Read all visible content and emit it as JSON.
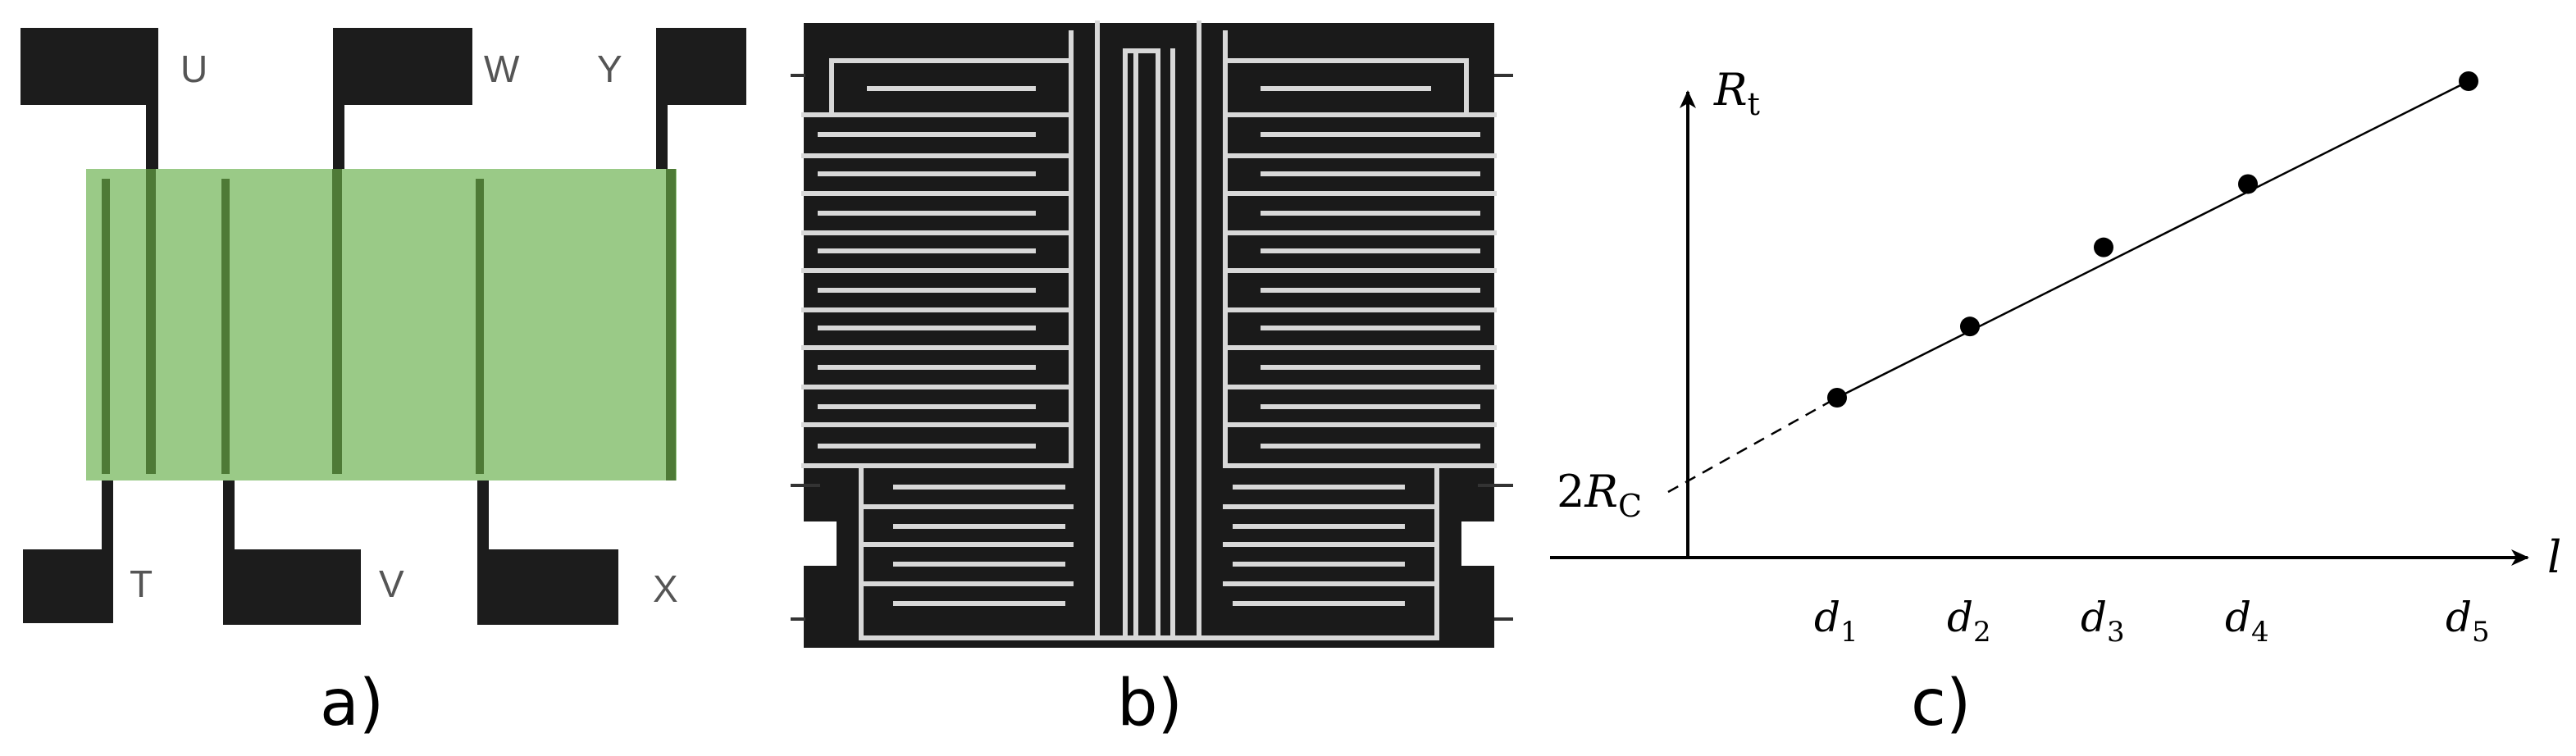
{
  "panel_a": {
    "caption": "a)",
    "pad_labels": {
      "u": "U",
      "w": "W",
      "y": "Y",
      "t": "T",
      "v": "V",
      "x": "X"
    },
    "colors": {
      "pad": "#1c1c1c",
      "film": "#8fc47a",
      "strip": "#4e7a36"
    }
  },
  "panel_b": {
    "caption": "b)",
    "colors": {
      "background": "#1a1a1a",
      "line": "#d8d8d8"
    }
  },
  "panel_c": {
    "caption": "c)",
    "y_axis_label": {
      "main": "R",
      "sub": "t"
    },
    "x_axis_label": "l",
    "intercept_label": {
      "prefix": "2",
      "main": "R",
      "sub": "C"
    },
    "chart_data": {
      "type": "scatter",
      "xlabel": "l",
      "ylabel": "Rt",
      "x_ticks": [
        {
          "main": "d",
          "sub": "1"
        },
        {
          "main": "d",
          "sub": "2"
        },
        {
          "main": "d",
          "sub": "3"
        },
        {
          "main": "d",
          "sub": "4"
        },
        {
          "main": "d",
          "sub": "5"
        }
      ],
      "points": [
        {
          "x": "d1",
          "y": 1.0
        },
        {
          "x": "d2",
          "y": 1.45
        },
        {
          "x": "d3",
          "y": 1.95
        },
        {
          "x": "d4",
          "y": 2.35
        },
        {
          "x": "d5",
          "y": 3.0
        }
      ],
      "fit_line": "solid through points, dashed extrapolation to y-axis intercept 2RC",
      "grid": false
    }
  }
}
